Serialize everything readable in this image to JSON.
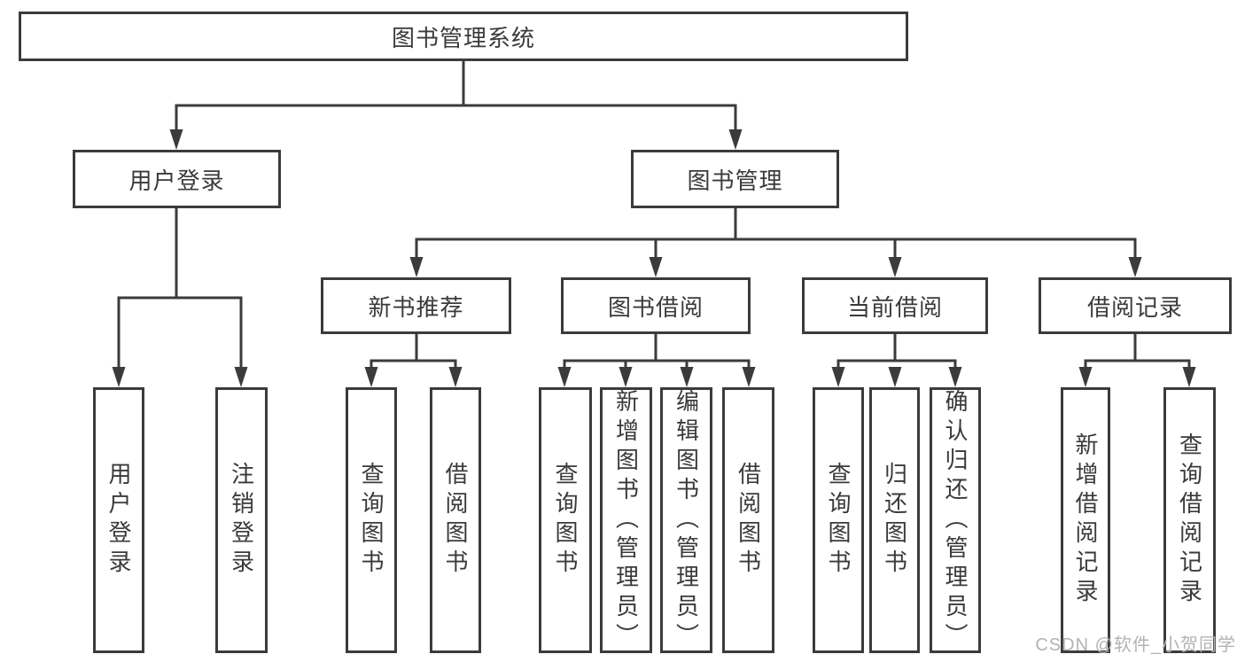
{
  "diagram": {
    "root": {
      "label": "图书管理系统"
    },
    "level2": [
      {
        "id": "user-login",
        "label": "用户登录"
      },
      {
        "id": "book-mgmt",
        "label": "图书管理"
      }
    ],
    "level3": [
      {
        "id": "new-books",
        "label": "新书推荐",
        "parent": "图书管理"
      },
      {
        "id": "book-borrow",
        "label": "图书借阅",
        "parent": "图书管理"
      },
      {
        "id": "current-borrow",
        "label": "当前借阅",
        "parent": "图书管理"
      },
      {
        "id": "borrow-records",
        "label": "借阅记录",
        "parent": "图书管理"
      }
    ],
    "leaves": [
      {
        "id": "leaf-user-login",
        "label": "用户登录",
        "parent": "用户登录"
      },
      {
        "id": "leaf-logout",
        "label": "注销登录",
        "parent": "用户登录"
      },
      {
        "id": "leaf-nb-query",
        "label": "查询图书",
        "parent": "新书推荐"
      },
      {
        "id": "leaf-nb-borrow",
        "label": "借阅图书",
        "parent": "新书推荐"
      },
      {
        "id": "leaf-bb-query",
        "label": "查询图书",
        "parent": "图书借阅"
      },
      {
        "id": "leaf-bb-add",
        "label": "新增图书（管理员）",
        "parent": "图书借阅"
      },
      {
        "id": "leaf-bb-edit",
        "label": "编辑图书（管理员）",
        "parent": "图书借阅"
      },
      {
        "id": "leaf-bb-borrow",
        "label": "借阅图书",
        "parent": "图书借阅"
      },
      {
        "id": "leaf-cb-query",
        "label": "查询图书",
        "parent": "当前借阅"
      },
      {
        "id": "leaf-cb-return",
        "label": "归还图书",
        "parent": "当前借阅"
      },
      {
        "id": "leaf-cb-confirm",
        "label": "确认归还（管理员）",
        "parent": "当前借阅"
      },
      {
        "id": "leaf-br-add",
        "label": "新增借阅记录",
        "parent": "借阅记录"
      },
      {
        "id": "leaf-br-query",
        "label": "查询借阅记录",
        "parent": "借阅记录"
      }
    ]
  },
  "colors": {
    "line": "#3b3b3b",
    "text": "#3a3a3a",
    "watermark": "#b3b3b3",
    "background": "#ffffff"
  },
  "watermark": "CSDN @软件_小贺同学"
}
